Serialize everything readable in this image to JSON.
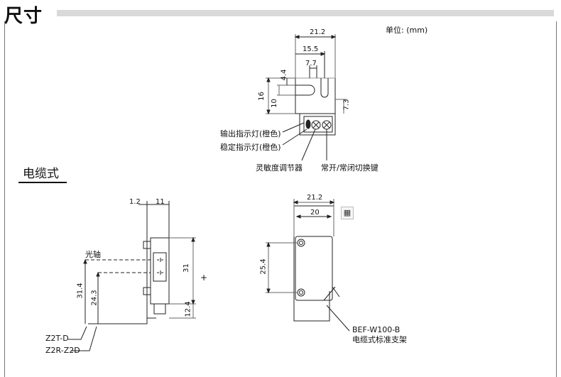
{
  "header": {
    "title": "尺寸",
    "unit": "单位: (mm)"
  },
  "section": {
    "title": "电缆式"
  },
  "top_view": {
    "dims": {
      "w1": "21.2",
      "w2": "15.5",
      "w3": "7.7",
      "h1": "4.4",
      "h2": "16",
      "h3": "10",
      "h4": "7.3"
    },
    "labels": {
      "output_led": "输出指示灯(橙色)",
      "stable_led": "稳定指示灯(橙色)",
      "sensitivity": "灵敏度调节器",
      "mode_switch": "常开/常闭切换键"
    }
  },
  "side_view": {
    "dims": {
      "w1": "1.2",
      "w2": "11",
      "h1": "31",
      "h2": "12.4",
      "h3": "31.4",
      "h4": "24.3"
    },
    "labels": {
      "optical_axis": "光轴",
      "model1": "Z2T-D",
      "model2": "Z2R-Z2D"
    }
  },
  "front_view": {
    "dims": {
      "w1": "21.2",
      "w2": "20",
      "h1": "25.4"
    },
    "labels": {
      "bracket_model": "BEF-W100-B",
      "bracket_name": "电缆式标准支架"
    }
  },
  "icons": {
    "calculator": "calculator-icon",
    "plus": "+"
  }
}
